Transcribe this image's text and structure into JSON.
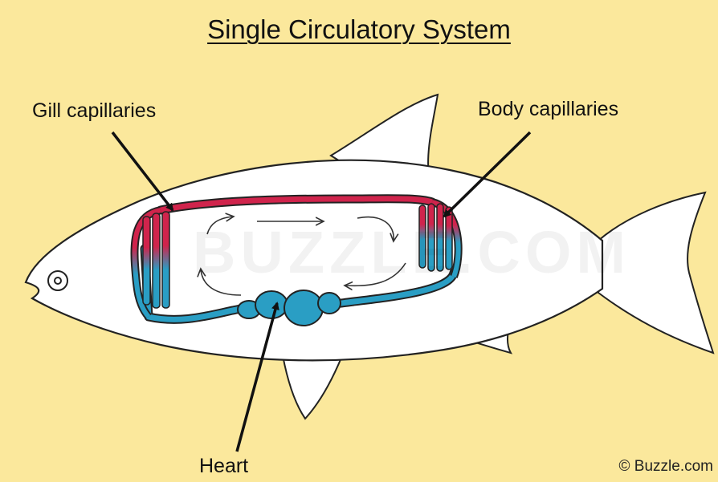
{
  "title": "Single Circulatory System",
  "labels": {
    "gill": "Gill capillaries",
    "body": "Body capillaries",
    "heart": "Heart"
  },
  "credit": "© Buzzle.com",
  "watermark": "BUZZLE.COM",
  "colors": {
    "background": "#fbe89c",
    "oxygenated": "#d0244c",
    "deoxygenated": "#2a9ec4",
    "fish_body": "#ffffff",
    "outline": "#222222"
  }
}
